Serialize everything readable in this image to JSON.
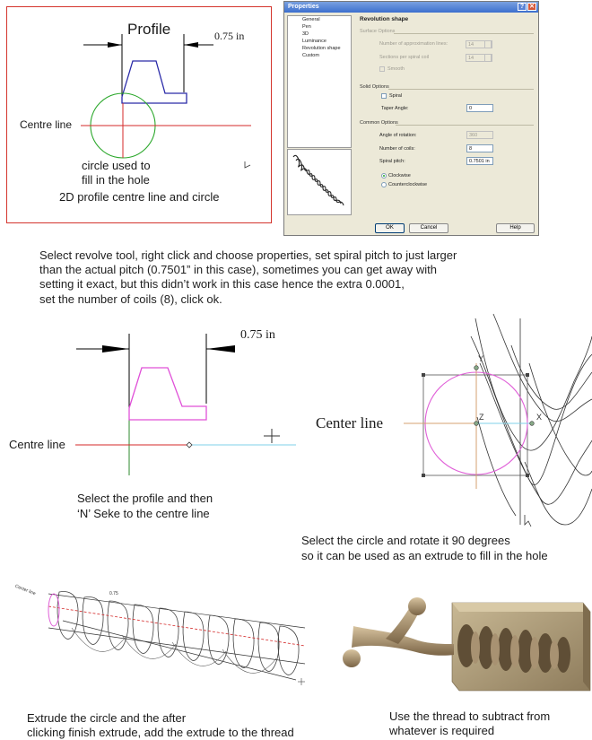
{
  "profile_sketch": {
    "title": "Profile",
    "dimension": "0.75 in",
    "centre_line_label": "Centre line",
    "circle_note_line1": "circle used to",
    "circle_note_line2": "fill in the hole",
    "caption": "2D profile centre line and circle"
  },
  "dialog": {
    "title": "Properties",
    "help_btn": "?",
    "close_btn": "✕",
    "categories": [
      "General",
      "Pen",
      "3D",
      "Luminance",
      "Revolution shape",
      "Custom"
    ],
    "selected_category": "Revolution shape",
    "heading": "Revolution shape",
    "surface_options": {
      "label": "Surface Options",
      "approx_lines_label": "Number of approximation lines:",
      "approx_lines_value": "14",
      "sections_label": "Sections per spiral coil",
      "sections_value": "14",
      "smooth_label": "Smooth"
    },
    "solid_options": {
      "label": "Solid Options",
      "spiral_label": "Spiral",
      "taper_label": "Taper Angle:",
      "taper_value": "0"
    },
    "common_options": {
      "label": "Common Options",
      "rotation_label": "Angle of rotation:",
      "rotation_value": "360",
      "coils_label": "Number of coils:",
      "coils_value": "8",
      "pitch_label": "Spiral pitch:",
      "pitch_value": "0.7501 in",
      "clockwise_label": "Clockwise",
      "counter_label": "Counterclockwise"
    },
    "ok_label": "OK",
    "cancel_label": "Cancel",
    "help_label": "Help"
  },
  "instructions": {
    "line1": "Select revolve tool, right click and choose properties, set spiral pitch to just larger",
    "line2": "than the actual pitch (0.7501” in this case), sometimes you can get away with",
    "line3": "setting it exact, but this didn’t work in this case hence the extra 0.0001,",
    "line4": "set the number of coils (8), click ok."
  },
  "step_seke": {
    "dimension": "0.75 in",
    "centre_line_label": "Centre line",
    "caption1": "Select the profile and then",
    "caption2": "‘N’ Seke to the centre line"
  },
  "step_rotate": {
    "center_line_label": "Center line",
    "axis_y": "Y",
    "axis_z": "Z",
    "axis_x": "X",
    "caption1": "Select the circle and rotate it 90 degrees",
    "caption2": "so it can be used as an extrude to fill in the hole"
  },
  "step_extrude": {
    "small_label": "Center line",
    "small_dim": "0.75",
    "caption1": "Extrude the circle and the after",
    "caption2": "clicking finish extrude, add the extrude to the thread"
  },
  "step_subtract": {
    "caption1": "Use the thread to subtract from",
    "caption2": "whatever is required"
  }
}
